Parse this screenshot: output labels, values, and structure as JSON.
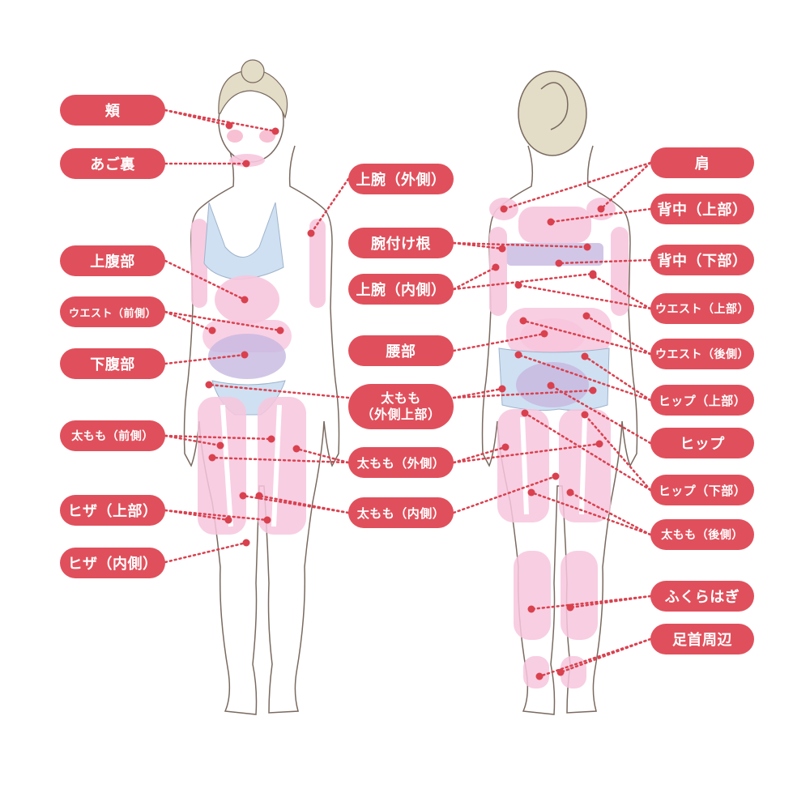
{
  "colors": {
    "label_bg": "#e0505c",
    "label_text": "#ffffff",
    "leader": "#d9414f",
    "zone_pink": "#f7c6dd",
    "zone_purple": "#c7b8e0",
    "bra": "#cfe0f2",
    "outline": "#7a6a60",
    "skin": "#ffffff"
  },
  "labels": {
    "cheek": "頬",
    "under_chin": "あご裏",
    "upper_abdomen": "上腹部",
    "waist_front": "ウエスト（前側）",
    "lower_abdomen": "下腹部",
    "thigh_front": "太もも（前側）",
    "knee_upper": "ヒザ（上部）",
    "knee_inner": "ヒザ（内側）",
    "upper_arm_outer": "上腕（外側）",
    "armpit": "腕付け根",
    "upper_arm_inner": "上腕（内側）",
    "lower_back": "腰部",
    "thigh_outer_upper_line1": "太もも",
    "thigh_outer_upper_line2": "（外側上部）",
    "thigh_outer": "太もも（外側）",
    "thigh_inner": "太もも（内側）",
    "shoulder": "肩",
    "back_upper": "背中（上部）",
    "back_lower": "背中（下部）",
    "waist_upper": "ウエスト（上部）",
    "waist_back": "ウエスト（後側）",
    "hip_upper": "ヒップ（上部）",
    "hip": "ヒップ",
    "hip_lower": "ヒップ（下部）",
    "thigh_back": "太もも（後側）",
    "calf": "ふくらはぎ",
    "ankle": "足首周辺"
  }
}
